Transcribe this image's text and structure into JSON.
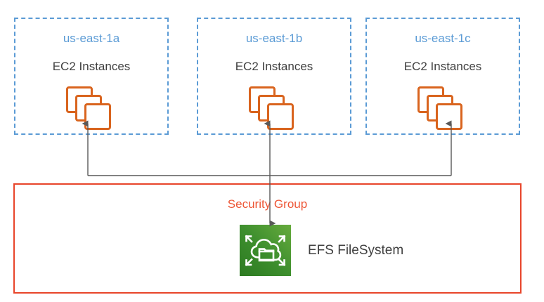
{
  "diagram": {
    "title": "EC2 instances across availability zones mounting a shared EFS file system",
    "colors": {
      "az_border": "#5B9BD5",
      "az_title": "#5B9BD5",
      "node_text": "#404040",
      "ec2_orange": "#D9641E",
      "security_group_border": "#E8452A",
      "security_group_text": "#ED5535",
      "efs_green_dark": "#2E7D23",
      "efs_green_light": "#64A83B",
      "connector_gray": "#595959",
      "background": "#FFFFFF"
    },
    "availability_zones": [
      {
        "id": "az-0",
        "title": "us-east-1a",
        "subtitle": "EC2 Instances",
        "icon": "ec2-instances-icon"
      },
      {
        "id": "az-1",
        "title": "us-east-1b",
        "subtitle": "EC2 Instances",
        "icon": "ec2-instances-icon"
      },
      {
        "id": "az-2",
        "title": "us-east-1c",
        "subtitle": "EC2 Instances",
        "icon": "ec2-instances-icon"
      }
    ],
    "security_group": {
      "label": "Security Group"
    },
    "efs": {
      "label": "EFS FileSystem",
      "icon": "efs-filesystem-icon"
    },
    "connections": [
      {
        "from": "security-group-bus",
        "to": "az-0-ec2",
        "style": "solid",
        "arrow": "to-target"
      },
      {
        "from": "security-group-bus",
        "to": "az-1-ec2",
        "style": "solid",
        "arrow": "to-target"
      },
      {
        "from": "security-group-bus",
        "to": "az-2-ec2",
        "style": "solid",
        "arrow": "to-target"
      },
      {
        "from": "security-group-bus",
        "to": "efs-filesystem",
        "style": "solid",
        "arrow": "to-target"
      }
    ]
  }
}
